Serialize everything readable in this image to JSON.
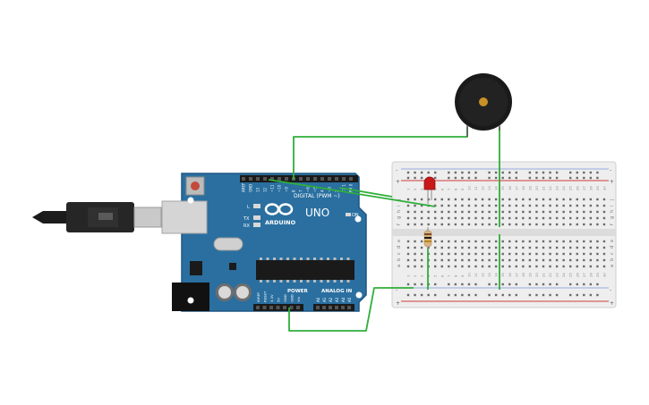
{
  "arduino": {
    "brand": "ARDUINO",
    "model": "UNO",
    "digital_label": "DIGITAL (PWM ~)",
    "power_label": "POWER",
    "analog_label": "ANALOG IN",
    "on_label": "ON",
    "led_labels": [
      "L",
      "TX",
      "RX"
    ],
    "digital_pin_labels": [
      "AREF",
      "GND",
      "13",
      "12",
      "~11",
      "~10",
      "~9",
      "8",
      "7",
      "~6",
      "~5",
      "4",
      "~3",
      "2",
      "TX 1",
      "RX 0"
    ],
    "power_pin_labels": [
      "IOREF",
      "RESET",
      "3.3V",
      "5V",
      "GND",
      "GND",
      "Vin"
    ],
    "analog_pin_labels": [
      "A0",
      "A1",
      "A2",
      "A3",
      "A4",
      "A5"
    ]
  },
  "breadboard": {
    "row_letters_top": [
      "j",
      "i",
      "h",
      "g",
      "f"
    ],
    "row_letters_bottom": [
      "e",
      "d",
      "c",
      "b",
      "a"
    ],
    "column_numbers": [
      "1",
      "2",
      "3",
      "4",
      "5",
      "6",
      "7",
      "8",
      "9",
      "10",
      "11",
      "12",
      "13",
      "14",
      "15",
      "16",
      "17",
      "18",
      "19",
      "20",
      "21",
      "22",
      "23",
      "24",
      "25",
      "26",
      "27",
      "28",
      "29",
      "30"
    ],
    "rail_plus": "+",
    "rail_minus": "-"
  },
  "components": [
    "usb-cable",
    "arduino-uno",
    "breadboard",
    "red-led",
    "resistor",
    "piezo-buzzer"
  ],
  "colors": {
    "board": "#2a6fa0",
    "board_dark": "#1e5784",
    "wire": "#2fae3a",
    "rail_red": "#d23a3a",
    "rail_blue": "#3a6ad2",
    "led": "#c81818",
    "buzzer": "#1a1a1a"
  }
}
